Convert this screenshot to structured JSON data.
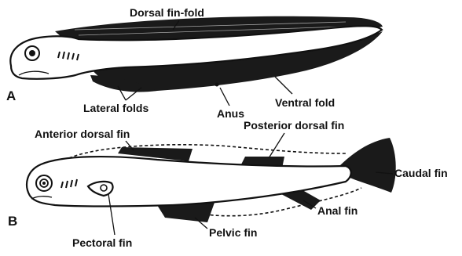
{
  "figure": {
    "panel_a": {
      "letter": "A",
      "labels": {
        "dorsal_fin_fold": "Dorsal fin-fold",
        "lateral_folds": "Lateral folds",
        "anus": "Anus",
        "ventral_fold": "Ventral fold"
      }
    },
    "panel_b": {
      "letter": "B",
      "labels": {
        "anterior_dorsal_fin": "Anterior dorsal fin",
        "posterior_dorsal_fin": "Posterior dorsal fin",
        "caudal_fin": "Caudal fin",
        "anal_fin": "Anal fin",
        "pelvic_fin": "Pelvic fin",
        "pectoral_fin": "Pectoral fin"
      }
    }
  },
  "colors": {
    "ink": "#111111",
    "background": "#ffffff"
  }
}
